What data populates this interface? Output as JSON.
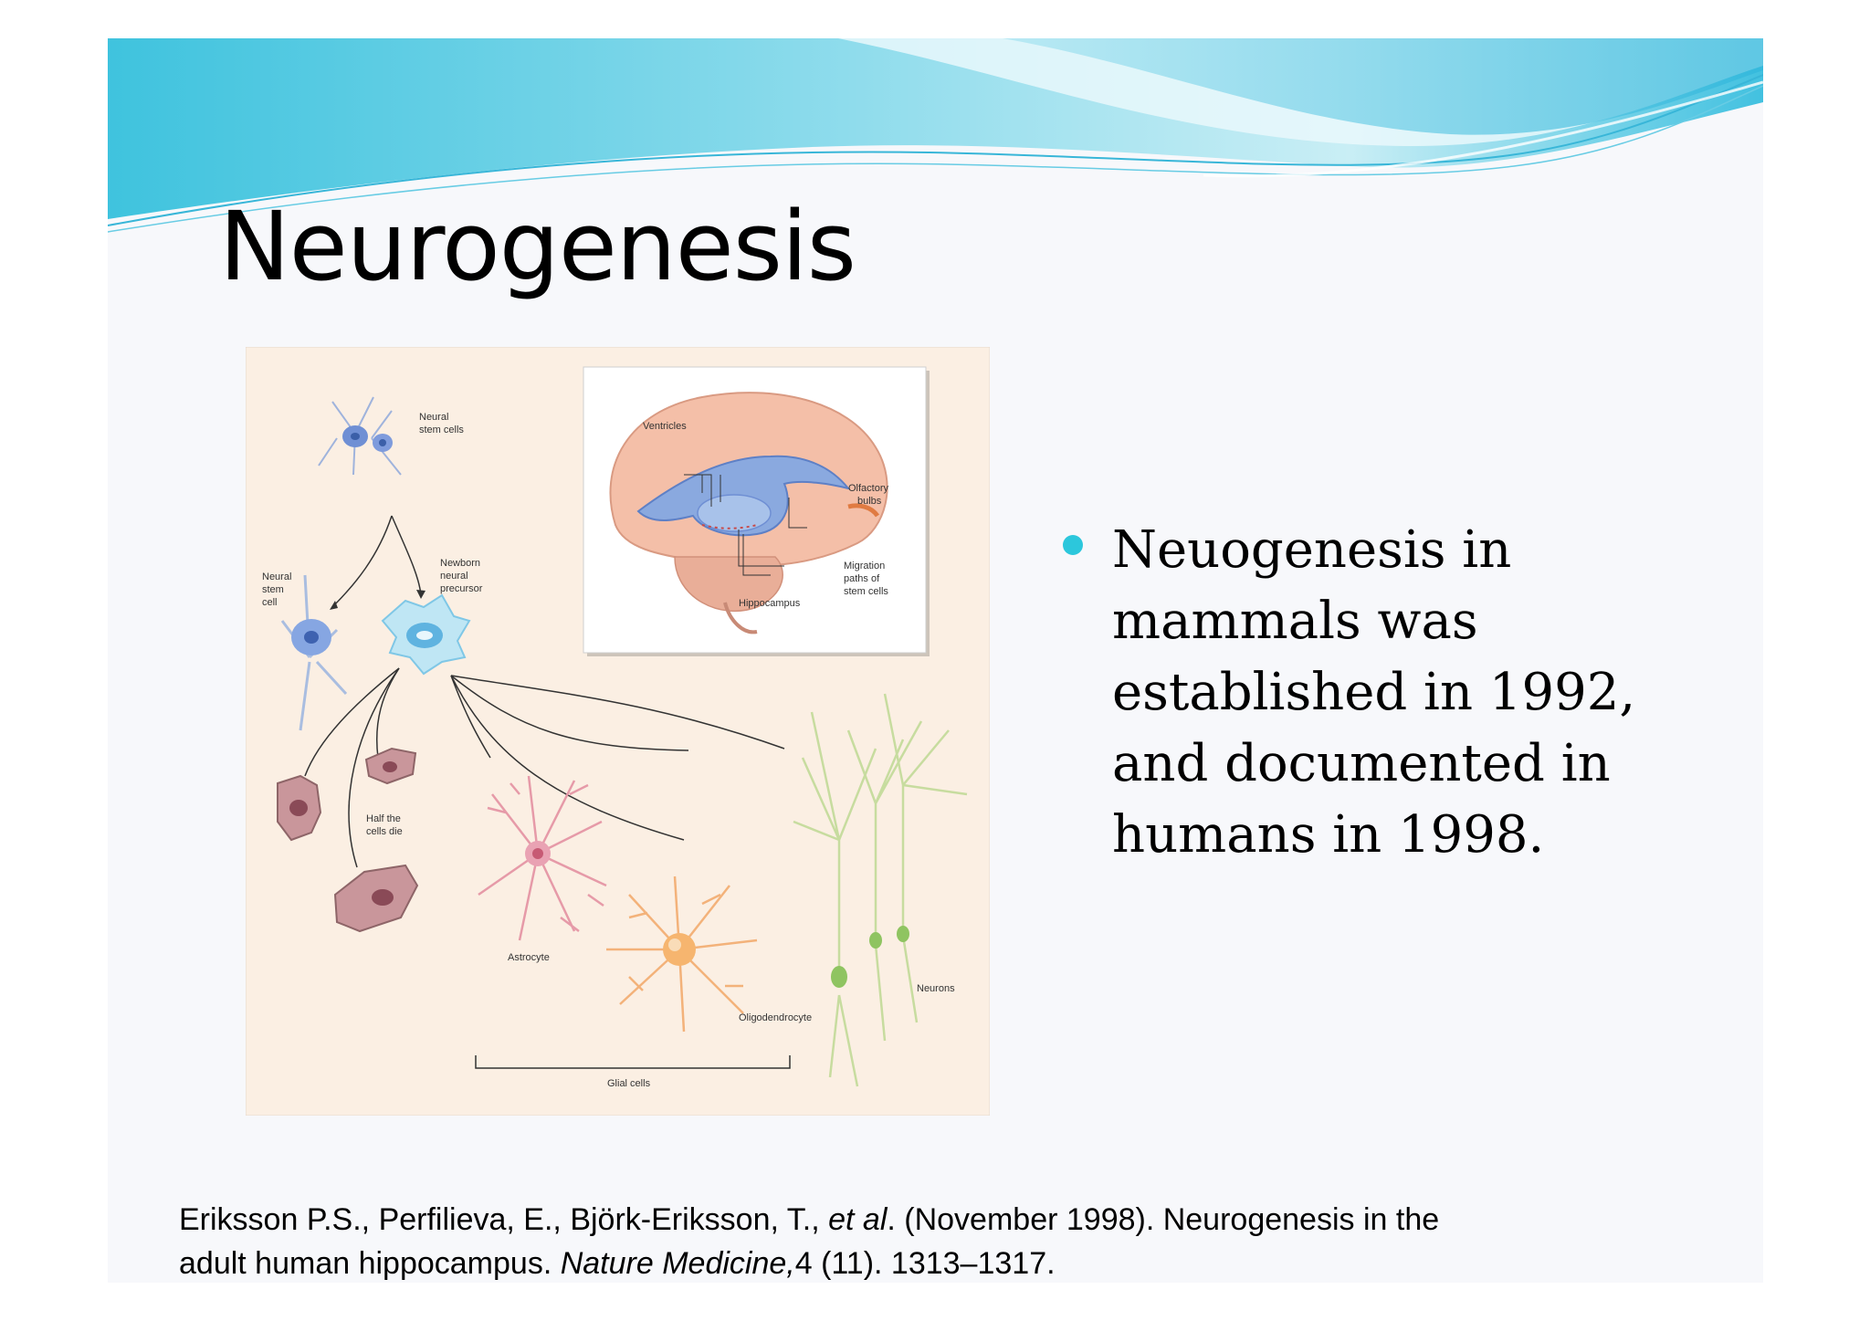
{
  "slide": {
    "title": "Neurogenesis",
    "bullets": [
      "Neuogenesis in\nmammals was\nestablished in 1992,\nand documented in\nhumans in 1998."
    ],
    "citation": {
      "authors": "Eriksson P.S., Perfilieva, E., Björk-Eriksson, T., ",
      "etal": "et al",
      "date_title": ". (November 1998). Neurogenesis in the",
      "line2_start": "adult human hippocampus. ",
      "journal": "Nature Medicine,",
      "volume": "4 (11). 1313–1317."
    }
  },
  "figure": {
    "labels": {
      "neural_stem_cells": [
        "Neural",
        "stem cells"
      ],
      "neural_stem_cell": [
        "Neural",
        "stem",
        "cell"
      ],
      "newborn_precursor": [
        "Newborn",
        "neural",
        "precursor"
      ],
      "half_die": [
        "Half the",
        "cells die"
      ],
      "astrocyte": "Astrocyte",
      "oligodendrocyte": "Oligodendrocyte",
      "neurons": "Neurons",
      "glial_cells": "Glial cells",
      "ventricles": "Ventricles",
      "olfactory_bulbs": [
        "Olfactory",
        "bulbs"
      ],
      "migration_paths": [
        "Migration",
        "paths of",
        "stem cells"
      ],
      "hippocampus": "Hippocampus"
    }
  },
  "colors": {
    "bullet": "#2cc7dc",
    "wave_light": "#bde9f3",
    "wave_mid": "#7fd6ea",
    "wave_dark": "#2fbfe0",
    "figure_bg": "#fbefe3"
  }
}
